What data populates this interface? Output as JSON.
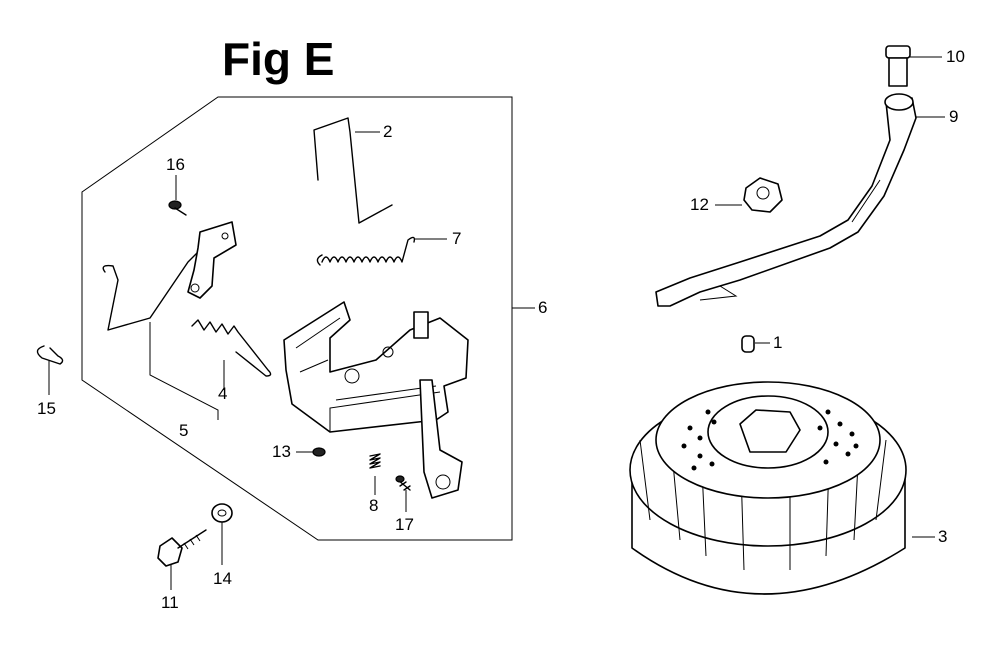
{
  "title": "Fig E",
  "callouts": {
    "c1": "1",
    "c2": "2",
    "c3": "3",
    "c4": "4",
    "c5": "5",
    "c6": "6",
    "c7": "7",
    "c8": "8",
    "c9": "9",
    "c10": "10",
    "c11": "11",
    "c12": "12",
    "c13": "13",
    "c14": "14",
    "c15": "15",
    "c16": "16",
    "c17": "17"
  }
}
